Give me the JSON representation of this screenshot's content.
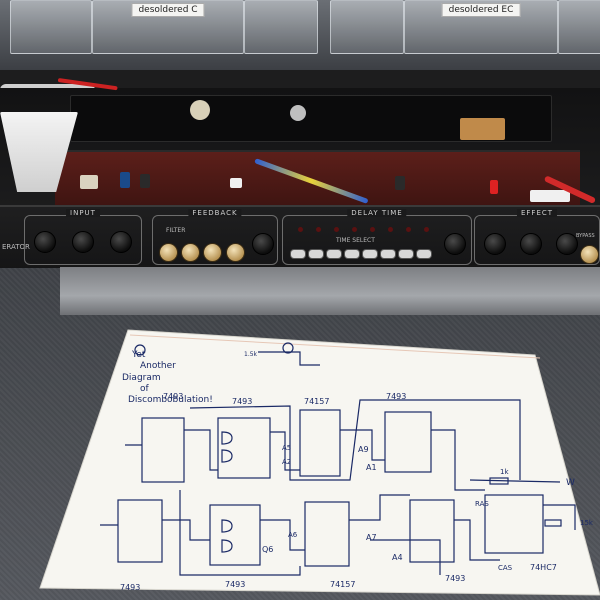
{
  "bins": {
    "left_label": "desoldered C",
    "right_label": "desoldered EC"
  },
  "panel": {
    "input_label": "INPUT",
    "feedback_label": "FEEDBACK",
    "delay_label": "DELAY TIME",
    "effect_label": "EFFECT",
    "filter_label": "FILTER",
    "time_select_label": "TIME SELECT",
    "bypass_label": "BYPASS",
    "left_edge_label": "ERATOR"
  },
  "schematic": {
    "title_lines": [
      "Yet",
      "Another",
      "Diagram",
      "of",
      "Discombobulation!"
    ],
    "chip_labels": {
      "top_left": "7493",
      "top_mid_left": "7493",
      "top_mid_right": "74157",
      "top_right": "7493",
      "bottom_left": "7493",
      "bottom_mid_left": "7493",
      "bottom_mid_right": "74157",
      "bottom_right": "7493",
      "far_right": "74HC7"
    },
    "signals": {
      "a9": "A9",
      "a1": "A1",
      "a7": "A7",
      "a4": "A4",
      "a5": "A5",
      "a2": "A2",
      "a6": "A6",
      "q6": "Q6",
      "w": "W",
      "ras": "RAS",
      "cas": "CAS",
      "r1k": "1k",
      "r15k": "15k",
      "r1k5": "1.5k"
    }
  },
  "colors": {
    "ink": "#1b2a66",
    "paper": "#f7f6f1",
    "pcb": "#5c1f1a",
    "knob_cream": "#e7cf98"
  }
}
